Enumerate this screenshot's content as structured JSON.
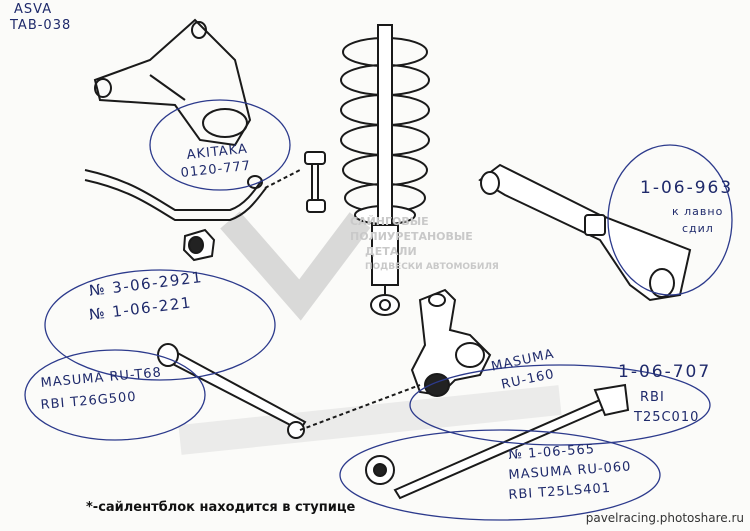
{
  "labels": {
    "asva": "ASVA",
    "asva_code": "TAB-038",
    "akitaka": "AKITAKA",
    "akitaka_code": "0120-777",
    "part_1_06_963": "1-06-963",
    "note_klavno": "к лавно",
    "note_sdil": "сдил",
    "no_3_06_2921": "№ 3-06-2921",
    "no_1_06_221": "№ 1-06-221",
    "masuma_rh168": "MASUMA RU-T68",
    "rbi_t26g500": "RBI T26G500",
    "masuma_ru160": "MASUMA",
    "masuma_ru160_code": "RU-160",
    "part_1_06_707": "1-06-707",
    "rbi_t25c010": "RBI",
    "rbi_t25c010_code": "T25C010",
    "no_1_06_565": "№ 1-06-565",
    "masuma_ru060": "MASUMA RU-060",
    "rbi_t25ls401": "RBI T25LS401"
  },
  "watermark": {
    "line1": "САЙНГОВЫЕ",
    "line2": "ПОЛИУРЕТАНОВЫЕ",
    "line3": "ДЕТАЛИ",
    "line4": "ПОДВЕСКИ АВТОМОБИЛЯ"
  },
  "caption": "*-сайлентблок находится в ступице",
  "credit": "pavelracing.photoshare.ru",
  "colors": {
    "ink": "#1f2a6b",
    "line": "#1a1a1a",
    "paper": "#fbfbf9"
  }
}
